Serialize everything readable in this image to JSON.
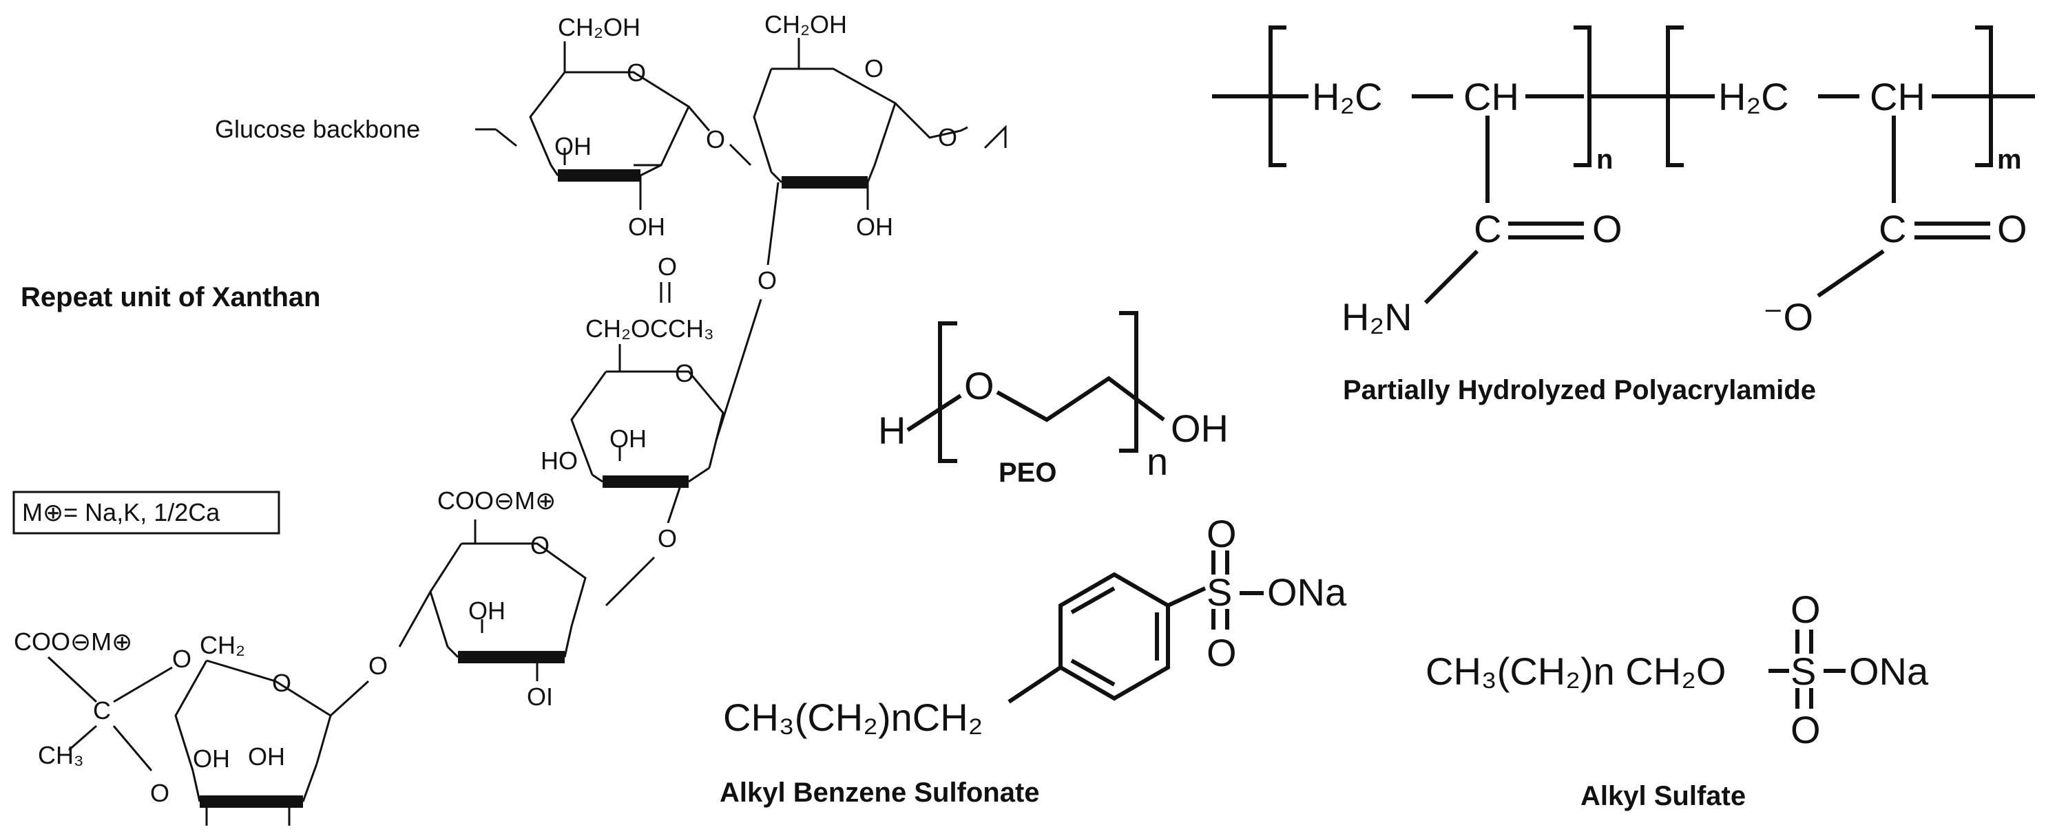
{
  "xanthan": {
    "title": "Repeat unit of Xanthan",
    "backbone_label": "Glucose backbone",
    "counterion_note": "M⊕= Na,K, 1/2Ca",
    "ring1": {
      "substituent": "CH₂OH",
      "ring_o": "O",
      "oh_left": "OH",
      "oh_bottom": "OH"
    },
    "ring2": {
      "substituent": "CH₂OH",
      "ring_o": "O",
      "oh_bottom": "OH"
    },
    "link_o1": "O",
    "link_o2": "O",
    "link_o3": "O",
    "link_o4": "O",
    "link_o5": "O",
    "ring3": {
      "acetyl_o": "O",
      "substituent": "CH₂OCCH₃",
      "ring_o": "O",
      "oh_left": "HO",
      "oh_mid": "OH"
    },
    "ring4": {
      "substituent": "COO⊖M⊕",
      "ring_o": "O",
      "oh_mid": "OH",
      "oh_bottom": "OI"
    },
    "ring5": {
      "pyruvate_group": "COO⊖M⊕",
      "acetal_o_top": "O",
      "ch2": "CH₂",
      "carbon": "C",
      "methyl": "CH₃",
      "acetal_o_bottom": "O",
      "ring_o": "O",
      "oh_a": "OH",
      "oh_b": "OH"
    }
  },
  "peo": {
    "title": "PEO",
    "h": "H",
    "o": "O",
    "oh": "OH",
    "n": "n"
  },
  "hpam": {
    "title": "Partially Hydrolyzed Polyacrylamide",
    "ch2_1": "H₂C",
    "ch_1": "CH",
    "n": "n",
    "ch2_2": "H₂C",
    "ch_2": "CH",
    "m": "m",
    "c1": "C",
    "o1": "O",
    "nh2": "H₂N",
    "c2": "C",
    "o2": "O",
    "o_minus": "⁻O"
  },
  "abs": {
    "title": "Alkyl Benzene Sulfonate",
    "chain": "CH₃(CH₂)nCH₂",
    "s": "S",
    "o_top": "O",
    "o_bottom": "O",
    "ona": "ONa"
  },
  "as": {
    "title": "Alkyl Sulfate",
    "chain": "CH₃(CH₂)n CH₂O",
    "s": "S",
    "o_top": "O",
    "o_bottom": "O",
    "ona": "ONa"
  }
}
